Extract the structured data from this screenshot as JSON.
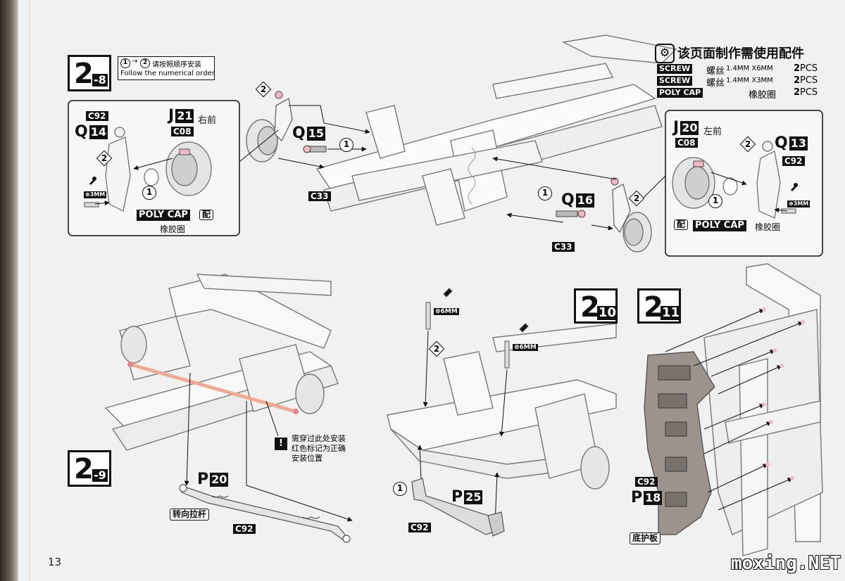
{
  "parts_box": {
    "title": "该页面制作需使用配件",
    "rows": [
      {
        "tag": "SCREW",
        "name": "螺丝",
        "size": "1.4MM X6MM",
        "qty_num": "2",
        "qty_unit": "PCS"
      },
      {
        "tag": "SCREW",
        "name": "螺丝",
        "size": "1.4MM X3MM",
        "qty_num": "2",
        "qty_unit": "PCS"
      },
      {
        "tag": "POLY CAP",
        "name": "橡胶圈",
        "size": "",
        "qty_num": "2",
        "qty_unit": "PCS"
      }
    ]
  },
  "step_2_8": {
    "num": "2",
    "sub": "-8",
    "order_zh": "请按照顺序安装",
    "order_en": "Follow the numerical order",
    "order_from": "1",
    "order_to": "2",
    "left_inset": {
      "c92": "C92",
      "q_letter": "Q",
      "q_num": "14",
      "j_letter": "J",
      "j_num": "21",
      "j_zh": "右前",
      "c08": "C08",
      "screw": "3MM",
      "polycap": "POLY CAP",
      "pei": "配",
      "polycap_zh": "橡胶圈",
      "n1": "1",
      "n2": "2"
    },
    "right_inset": {
      "c92": "C92",
      "q_letter": "Q",
      "q_num": "13",
      "j_letter": "J",
      "j_num": "20",
      "j_zh": "左前",
      "c08": "C08",
      "screw": "3MM",
      "polycap": "POLY CAP",
      "pei": "配",
      "polycap_zh": "橡胶圈",
      "n1": "1",
      "n2": "2"
    },
    "main": {
      "q15_letter": "Q",
      "q15_num": "15",
      "q16_letter": "Q",
      "q16_num": "16",
      "c33a": "C33",
      "c33b": "C33",
      "n1a": "1",
      "n2a": "2",
      "n1b": "1",
      "n2b": "2"
    }
  },
  "step_2_9": {
    "num": "2",
    "sub": "-9",
    "p_letter": "P",
    "p_num": "20",
    "tierod_zh": "转向拉杆",
    "c92": "C92",
    "warn_icon": "!",
    "warn_lines": [
      "需穿过此处安装",
      "红色标记为正确",
      "安装位置"
    ]
  },
  "step_2_10": {
    "num": "2",
    "sub": "10",
    "screw_a": "6MM",
    "screw_b": "6MM",
    "n1": "1",
    "n2": "2",
    "p_letter": "P",
    "p_num": "25",
    "c92": "C92"
  },
  "step_2_11": {
    "num": "2",
    "sub": "11",
    "c92": "C92",
    "p_letter": "P",
    "p_num": "18",
    "skid_zh": "底护板"
  },
  "page_number": "13",
  "watermark": "moxing.NET"
}
